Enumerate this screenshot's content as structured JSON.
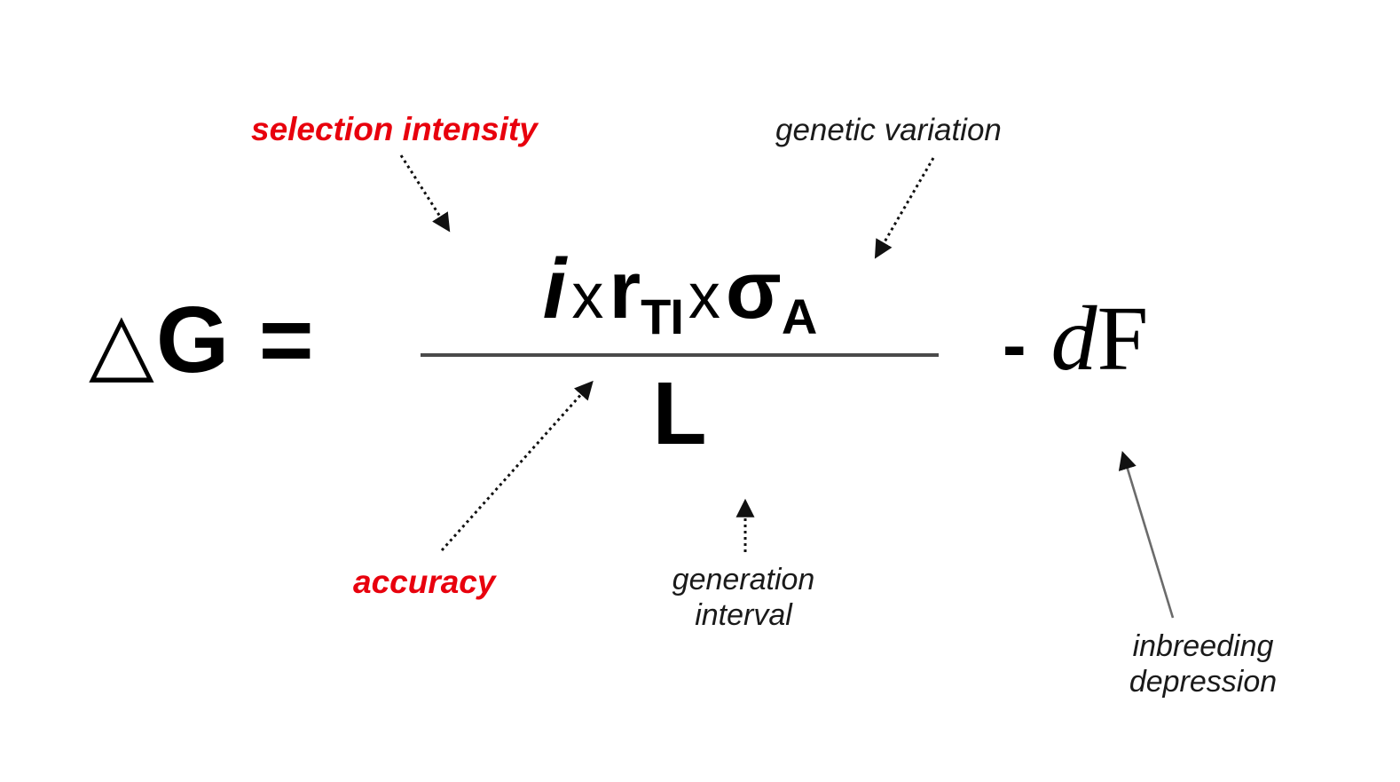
{
  "figure": {
    "type": "annotated-equation-diagram",
    "background_color": "#ffffff",
    "accent_color": "#e8000d",
    "text_color": "#1a1a1a"
  },
  "equation": {
    "lhs_delta": "△",
    "lhs_symbol": "G",
    "equals": "=",
    "numerator": {
      "term1": "i",
      "operator1": "x",
      "term2_base": "r",
      "term2_sub": "TI",
      "operator2": "x",
      "term3_base": "σ",
      "term3_sub": "A"
    },
    "denominator": "L",
    "rhs": {
      "minus": "-",
      "coefficient": "d",
      "variable": "F"
    },
    "plain_text": "ΔG = (i x r_TI x σ_A) / L - dF"
  },
  "annotations": [
    {
      "id": "selection-intensity",
      "text": "selection intensity",
      "color": "#e8000d",
      "style": "bold-italic",
      "points_to": "i",
      "arrow": "dotted-down-right"
    },
    {
      "id": "genetic-variation",
      "text": "genetic variation",
      "color": "#1a1a1a",
      "style": "italic",
      "points_to": "sigma-A",
      "arrow": "dotted-down-left"
    },
    {
      "id": "accuracy",
      "text": "accuracy",
      "color": "#e8000d",
      "style": "bold-italic",
      "points_to": "r-TI",
      "arrow": "dotted-up-right"
    },
    {
      "id": "generation-interval",
      "text_line1": "generation",
      "text_line2": "interval",
      "color": "#1a1a1a",
      "style": "italic",
      "points_to": "L",
      "arrow": "dotted-up"
    },
    {
      "id": "inbreeding-depression",
      "text_line1": "inbreeding",
      "text_line2": "depression",
      "color": "#1a1a1a",
      "style": "italic",
      "points_to": "dF",
      "arrow": "solid-up-left"
    }
  ]
}
